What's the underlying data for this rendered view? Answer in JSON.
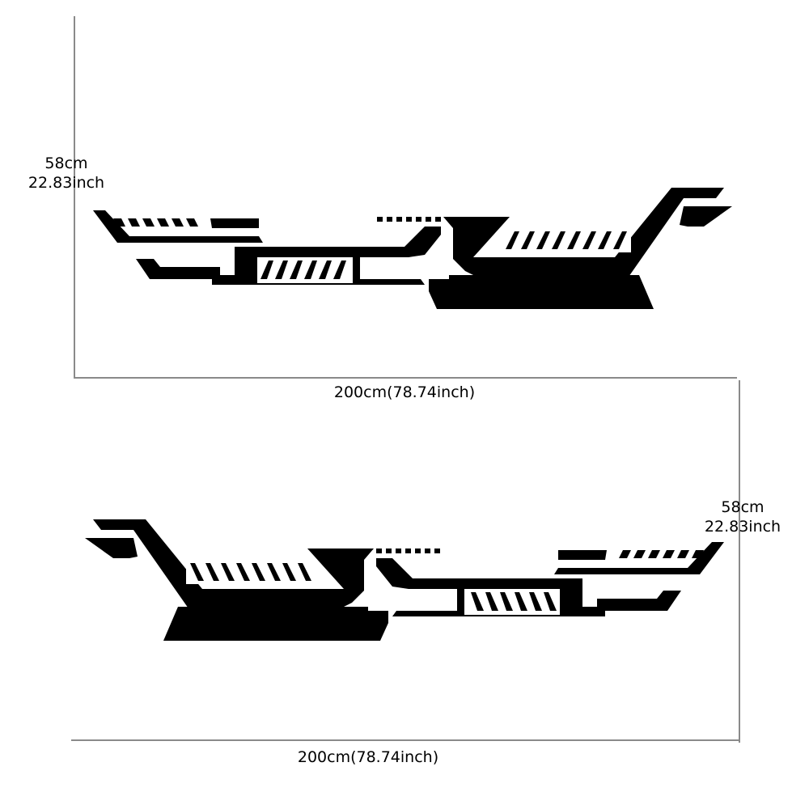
{
  "top_decal": {
    "height_cm": "58cm",
    "height_inch": "22.83inch",
    "width": "200cm(78.74inch)"
  },
  "bottom_decal": {
    "height_cm": "58cm",
    "height_inch": "22.83inch",
    "width": "200cm(78.74inch)"
  },
  "colors": {
    "ink": "#000000",
    "guide": "#8a8a8a",
    "background": "#ffffff"
  }
}
